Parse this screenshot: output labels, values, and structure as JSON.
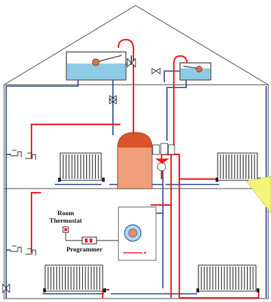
{
  "labels": {
    "room_thermostat_line1": "Room",
    "room_thermostat_line2": "Thermostat",
    "programmer": "Programmer"
  },
  "colors": {
    "hot": "#e8202a",
    "cold": "#1f3a8a",
    "house": "#6b6b6b",
    "water": "#8ecbe6",
    "cylinder": "#e36a3a",
    "boiler_outline": "#8a8a8a",
    "callout": "#f4f47a"
  },
  "icons": [
    "radiator-icon",
    "tap-icon",
    "valve-icon",
    "pump-icon",
    "boiler-logo-icon",
    "ball-float-icon"
  ]
}
